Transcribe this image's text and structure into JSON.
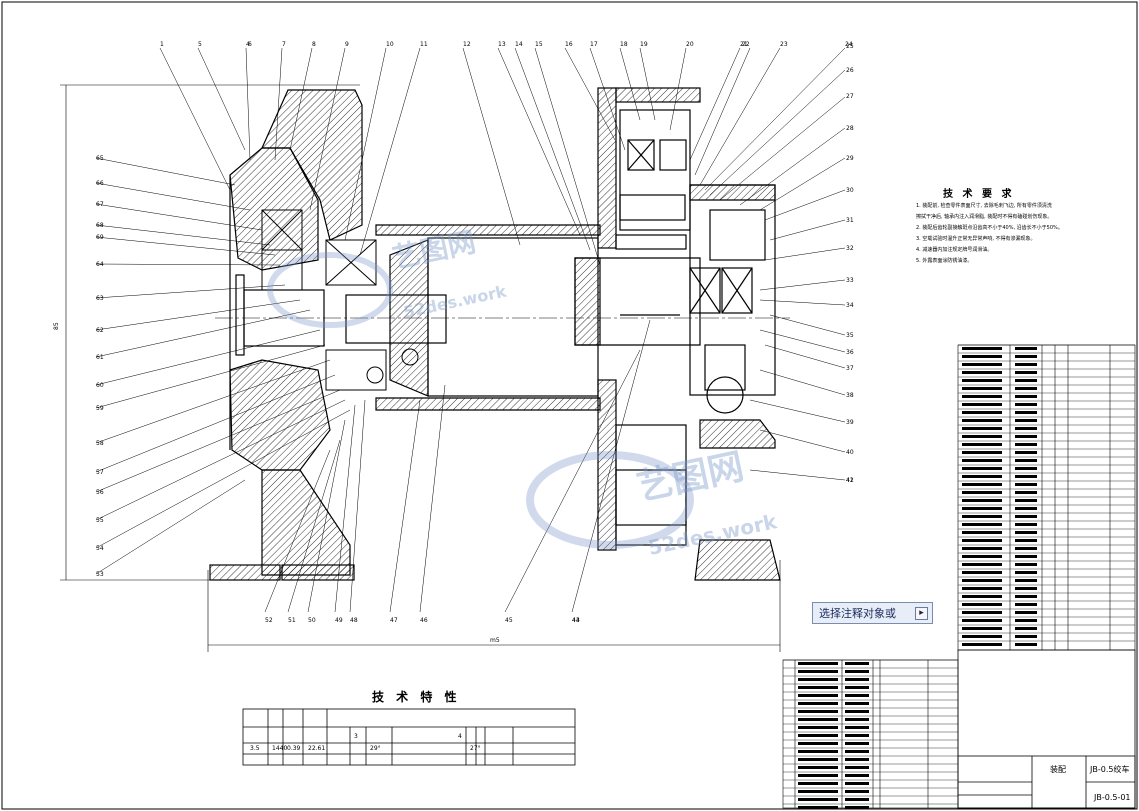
{
  "callouts_top": [
    "1",
    "5",
    "4",
    "6",
    "7",
    "8",
    "9",
    "10",
    "11",
    "12",
    "13",
    "14",
    "15",
    "16",
    "17",
    "18",
    "19",
    "20",
    "21",
    "22",
    "23",
    "24"
  ],
  "callouts_right": [
    "25",
    "26",
    "27",
    "28",
    "29",
    "30",
    "31",
    "32",
    "33",
    "34",
    "35",
    "36",
    "37",
    "38",
    "39",
    "40",
    "41",
    "42"
  ],
  "callouts_left": [
    "65",
    "66",
    "67",
    "68",
    "69",
    "64",
    "63",
    "62",
    "61",
    "60",
    "59",
    "58",
    "57",
    "56",
    "55",
    "54",
    "53"
  ],
  "callouts_bottom": [
    "52",
    "51",
    "50",
    "49",
    "48",
    "47",
    "46",
    "45",
    "44",
    "43"
  ],
  "technical_requirements": {
    "title": "技 术 要 求",
    "lines": [
      "1. 装配前, 检查零件表面尺寸, 去除毛刺飞边, 所有零件须清洗",
      "   擦拭干净后, 轴承内注入润滑脂, 装配时不得有磕碰划伤现象。",
      "2. 装配后齿轮副接触斑点沿齿高不小于40%, 沿齿长不小于50%。",
      "3. 空载试验时温升正常无异常声响, 不得有渗漏现象。",
      "4. 减速器内加注规定牌号润滑油。",
      "5. 外露表面涂防锈油漆。"
    ]
  },
  "tech_spec": {
    "title": "技 术 特 性",
    "values": [
      "3.5",
      "1440",
      "0.39",
      "22.61",
      "3",
      "29°",
      "4",
      "27°"
    ]
  },
  "command_prompt": "选择注释对象或",
  "command_button": "▸",
  "title_block": {
    "name": "JB-0.5绞车",
    "drawing_no": "JB-0.5-01",
    "label": "装配"
  },
  "watermark": {
    "brand": "艺图网",
    "url": "52des.work"
  },
  "dimensions": {
    "overall_length": "m5",
    "overall_height": "85"
  },
  "colors": {
    "line": "#000000",
    "hatch": "#000000",
    "watermark": "#7896c8",
    "cmd_bg": "#e8eef8"
  }
}
